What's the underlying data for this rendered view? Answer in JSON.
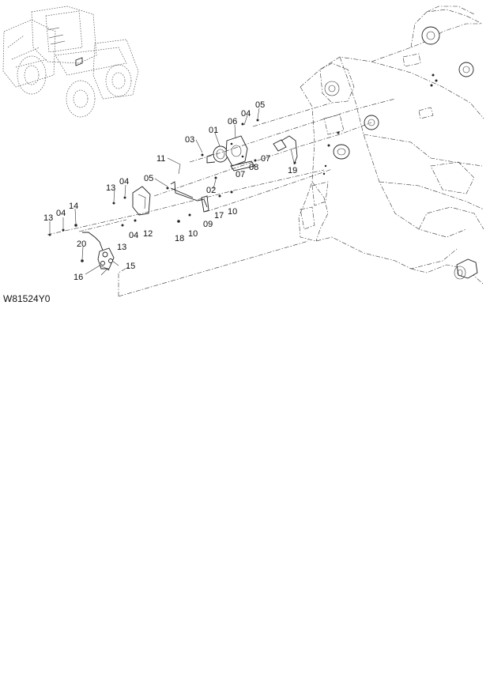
{
  "drawing_code": "W81524Y0",
  "callouts": [
    {
      "id": "c01",
      "text": "01"
    },
    {
      "id": "c02",
      "text": "02"
    },
    {
      "id": "c03",
      "text": "03"
    },
    {
      "id": "c04a",
      "text": "04"
    },
    {
      "id": "c04b",
      "text": "04"
    },
    {
      "id": "c04c",
      "text": "04"
    },
    {
      "id": "c04d",
      "text": "04"
    },
    {
      "id": "c05a",
      "text": "05"
    },
    {
      "id": "c05b",
      "text": "05"
    },
    {
      "id": "c06",
      "text": "06"
    },
    {
      "id": "c07a",
      "text": "07"
    },
    {
      "id": "c07b",
      "text": "07"
    },
    {
      "id": "c08",
      "text": "08"
    },
    {
      "id": "c09",
      "text": "09"
    },
    {
      "id": "c10a",
      "text": "10"
    },
    {
      "id": "c10b",
      "text": "10"
    },
    {
      "id": "c11",
      "text": "11"
    },
    {
      "id": "c12",
      "text": "12"
    },
    {
      "id": "c13a",
      "text": "13"
    },
    {
      "id": "c13b",
      "text": "13"
    },
    {
      "id": "c13c",
      "text": "13"
    },
    {
      "id": "c14",
      "text": "14"
    },
    {
      "id": "c15",
      "text": "15"
    },
    {
      "id": "c16",
      "text": "16"
    },
    {
      "id": "c17",
      "text": "17"
    },
    {
      "id": "c18",
      "text": "18"
    },
    {
      "id": "c19",
      "text": "19"
    },
    {
      "id": "c20",
      "text": "20"
    }
  ]
}
